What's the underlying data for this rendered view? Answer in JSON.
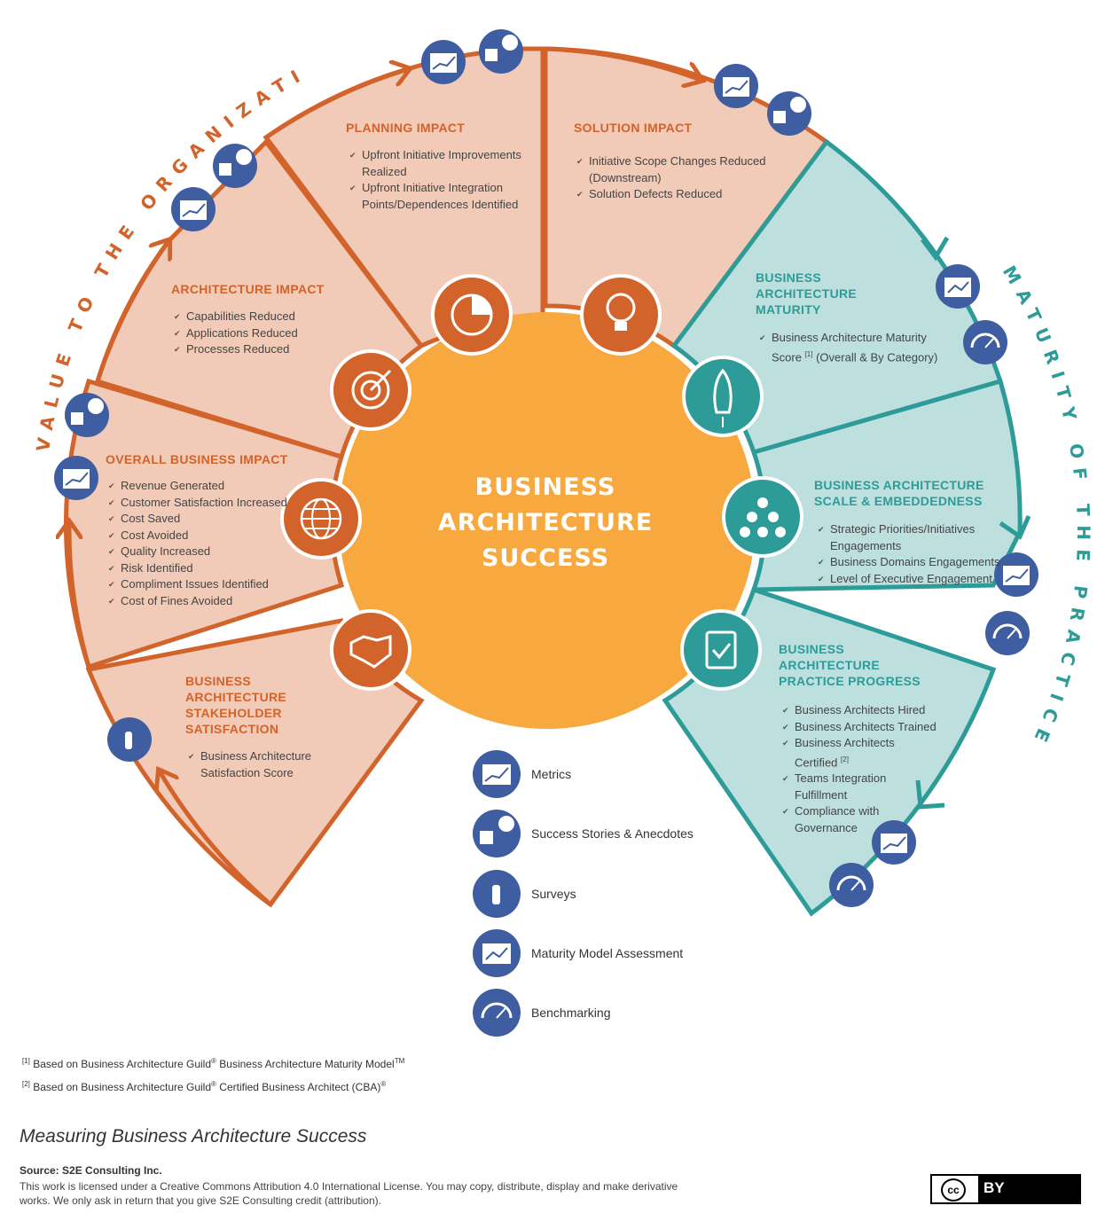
{
  "center": {
    "lines": [
      "BUSINESS",
      "ARCHITECTURE",
      "SUCCESS"
    ]
  },
  "arc_labels": {
    "left": "VALUE TO THE ORGANIZATION",
    "right": "MATURITY OF THE PRACTICE"
  },
  "segments": {
    "planning": {
      "title": "PLANNING IMPACT",
      "items": [
        [
          "Upfront Initiative Improvements",
          "Realized"
        ],
        [
          "Upfront Initiative Integration",
          "Points/Dependences Identified"
        ]
      ]
    },
    "solution": {
      "title": "SOLUTION IMPACT",
      "items": [
        [
          "Initiative Scope Changes Reduced",
          "(Downstream)"
        ],
        [
          "Solution Defects Reduced"
        ]
      ]
    },
    "architecture": {
      "title": "ARCHITECTURE IMPACT",
      "items": [
        [
          "Capabilities Reduced"
        ],
        [
          "Applications Reduced"
        ],
        [
          "Processes Reduced"
        ]
      ]
    },
    "overall": {
      "title": "OVERALL BUSINESS IMPACT",
      "items": [
        [
          "Revenue Generated"
        ],
        [
          "Customer Satisfaction Increased"
        ],
        [
          "Cost Saved"
        ],
        [
          "Cost Avoided"
        ],
        [
          "Quality Increased"
        ],
        [
          "Risk Identified"
        ],
        [
          "Compliment Issues Identified"
        ],
        [
          "Cost of Fines Avoided"
        ]
      ]
    },
    "stakeholder": {
      "title": [
        "BUSINESS",
        "ARCHITECTURE",
        "STAKEHOLDER",
        "SATISFACTION"
      ],
      "items": [
        [
          "Business Architecture",
          "Satisfaction Score"
        ]
      ]
    },
    "maturity": {
      "title": [
        "BUSINESS",
        "ARCHITECTURE",
        "MATURITY"
      ],
      "item_line1": "Business Architecture Maturity",
      "item_line2_pre": "Score ",
      "item_sup": "[1]",
      "item_line2_post": " (Overall & By Category)"
    },
    "scale": {
      "title": [
        "BUSINESS ARCHITECTURE",
        "SCALE & EMBEDDEDNESS"
      ],
      "items": [
        [
          "Strategic Priorities/Initiatives",
          "Engagements"
        ],
        [
          "Business Domains Engagements"
        ],
        [
          "Level of Executive Engagement"
        ]
      ]
    },
    "practice": {
      "title": [
        "BUSINESS",
        "ARCHITECTURE",
        "PRACTICE PROGRESS"
      ],
      "items": [
        [
          "Business Architects Hired"
        ],
        [
          "Business Architects Trained"
        ]
      ],
      "certified_line1": "Business Architects",
      "certified_line2": "Certified ",
      "certified_sup": "[2]",
      "items_after": [
        [
          "Teams Integration",
          "Fulfillment"
        ],
        [
          "Compliance with",
          "Governance"
        ]
      ]
    }
  },
  "legend": [
    {
      "icon": "metrics-icon",
      "label": "Metrics"
    },
    {
      "icon": "success-stories-icon",
      "label": "Success Stories & Anecdotes"
    },
    {
      "icon": "surveys-icon",
      "label": "Surveys"
    },
    {
      "icon": "maturity-model-icon",
      "label": "Maturity Model Assessment"
    },
    {
      "icon": "benchmarking-icon",
      "label": "Benchmarking"
    }
  ],
  "footnotes": [
    {
      "mark": "[1]",
      "text": " Based on Business Architecture Guild",
      "reg": "®",
      "text2": " Business Architecture Maturity Model",
      "tm": "TM"
    },
    {
      "mark": "[2]",
      "text": " Based on Business Architecture Guild",
      "reg": "®",
      "text2": " Certified Business Architect (CBA)",
      "tm": "®"
    }
  ],
  "caption": "Measuring Business Architecture Success",
  "source": "Source: S2E Consulting Inc.",
  "license": "This work is licensed under a Creative Commons Attribution 4.0 International License. You may copy, distribute, display and make derivative works. We only ask in return that you give S2E Consulting credit (attribution).",
  "badge": {
    "cc": "cc",
    "by": "BY"
  },
  "colors": {
    "orange": "#d2632a",
    "peach": "#f1cbb8",
    "teal": "#2d9b98",
    "light_teal": "#bde0df",
    "center": "#f7a940",
    "icon_blue": "#3f5ea1"
  }
}
